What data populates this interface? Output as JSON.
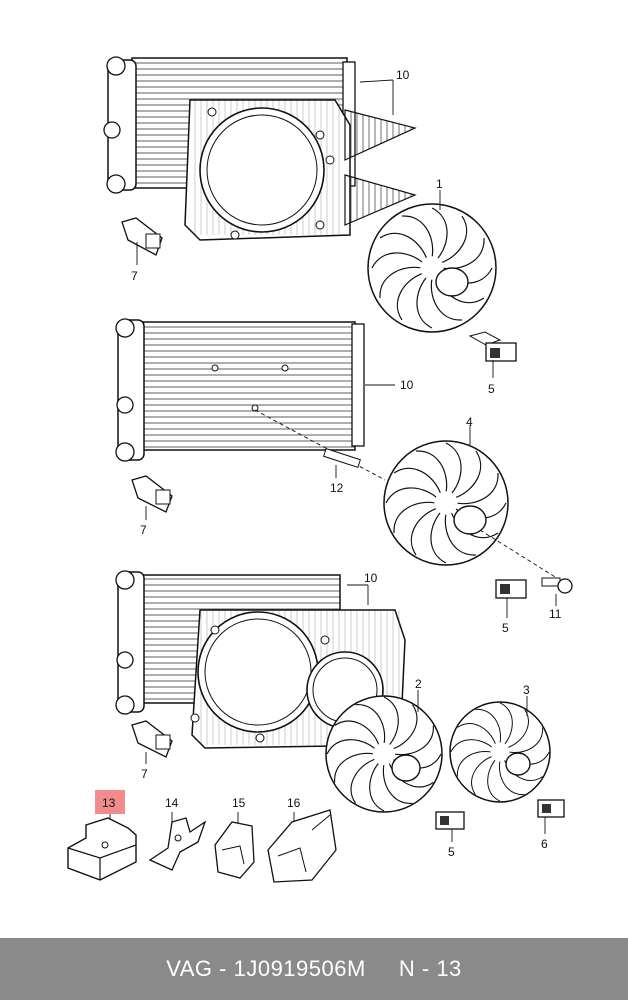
{
  "callouts": {
    "c10a": "10",
    "c1": "1",
    "c7a": "7",
    "c5a": "5",
    "c10b": "10",
    "c4": "4",
    "c12": "12",
    "c7b": "7",
    "c5b": "5",
    "c11": "11",
    "c10c": "10",
    "c2": "2",
    "c3": "3",
    "c7c": "7",
    "c5c": "5",
    "c6": "6",
    "c13": "13",
    "c14": "14",
    "c15": "15",
    "c16": "16"
  },
  "highlight_color": "#f28b8b",
  "footer": {
    "brand": "VAG",
    "separator": " - ",
    "part_number": "1J0919506M",
    "gap": "     ",
    "ref": "N - 13"
  }
}
